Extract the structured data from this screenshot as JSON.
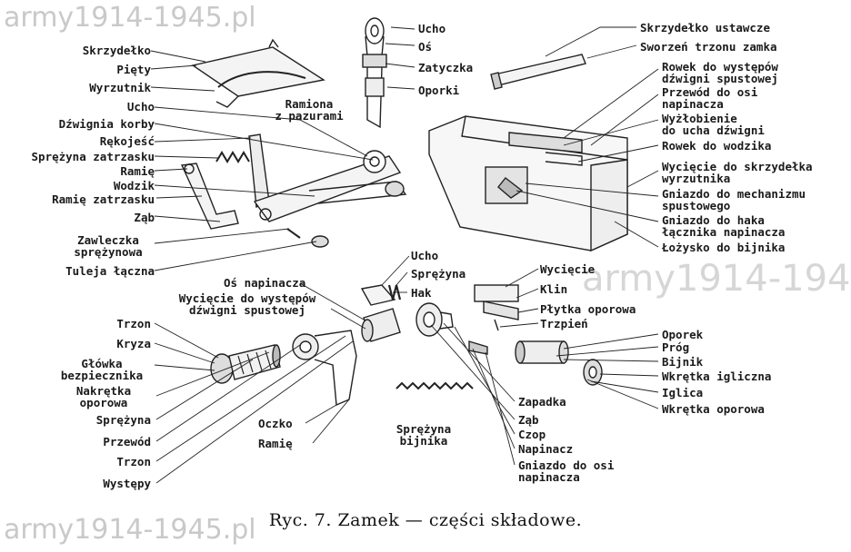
{
  "watermark": "army1914-1945.pl",
  "caption": "Ryc. 7. Zamek — części składowe.",
  "labels": {
    "skrzydelko": "Skrzydełko",
    "piety": "Pięty",
    "wyrzutnik": "Wyrzutnik",
    "ucho_left": "Ucho",
    "dzwignia_korby": "Dźwignia korby",
    "rekojesc": "Rękojeść",
    "sprezyna_zatrzasku": "Sprężyna zatrzasku",
    "ramie_left": "Ramię",
    "wodzik": "Wodzik",
    "ramie_zatrzasku": "Ramię zatrzasku",
    "zab_left": "Ząb",
    "zawleczka": "Zawleczka\nsprężynowa",
    "tuleja": "Tuleja łączna",
    "ramiona": "Ramiona\nz pazurami",
    "ucho_top": "Ucho",
    "os_top": "Oś",
    "zatyczka": "Zatyczka",
    "oporki": "Oporki",
    "skrzydelko_ustawcze": "Skrzydełko ustawcze",
    "sworzen": "Sworzeń trzonu zamka",
    "rowek_wystepow": "Rowek do występów\ndźwigni spustowej",
    "przewod_osi": "Przewód do osi\nnapinacza",
    "wyzlobienie": "Wyżłobienie\ndo ucha dźwigni",
    "rowek_wodzika": "Rowek do wodzika",
    "wyciecie_skrzydelka": "Wycięcie do skrzydełka\nwyrzutnika",
    "gniazdo_mech": "Gniazdo do mechanizmu\nspustowego",
    "gniazdo_haka": "Gniazdo do haka\nłącznika napinacza",
    "lozysko": "Łożysko do bijnika",
    "ucho_mid": "Ucho",
    "sprezyna_mid": "Sprężyna",
    "hak": "Hak",
    "os_napinacza": "Oś napinacza",
    "wyciecie_wystepow": "Wycięcie do występów\ndźwigni spustowej",
    "wyciecie": "Wycięcie",
    "klin": "Klin",
    "plytka": "Płytka oporowa",
    "trzpien": "Trzpień",
    "trzon_1": "Trzon",
    "kryza": "Kryza",
    "glowka": "Główka\nbezpiecznika",
    "nakretka": "Nakrętka\noporowa",
    "sprezyna_low": "Sprężyna",
    "przewod": "Przewód",
    "trzon_2": "Trzon",
    "wystepy": "Występy",
    "oczko": "Oczko",
    "ramie_low": "Ramię",
    "sprezyna_bijnika": "Sprężyna\nbijnika",
    "zapadka": "Zapadka",
    "zab_low": "Ząb",
    "czop": "Czop",
    "napinacz": "Napinacz",
    "gniazdo_osi": "Gniazdo do osi\nnapinacza",
    "oporek": "Oporek",
    "prog": "Próg",
    "bijnik": "Bijnik",
    "wkretka_iglicz": "Wkrętka igliczna",
    "iglica": "Iglica",
    "wkretka_opor": "Wkrętka oporowa"
  }
}
